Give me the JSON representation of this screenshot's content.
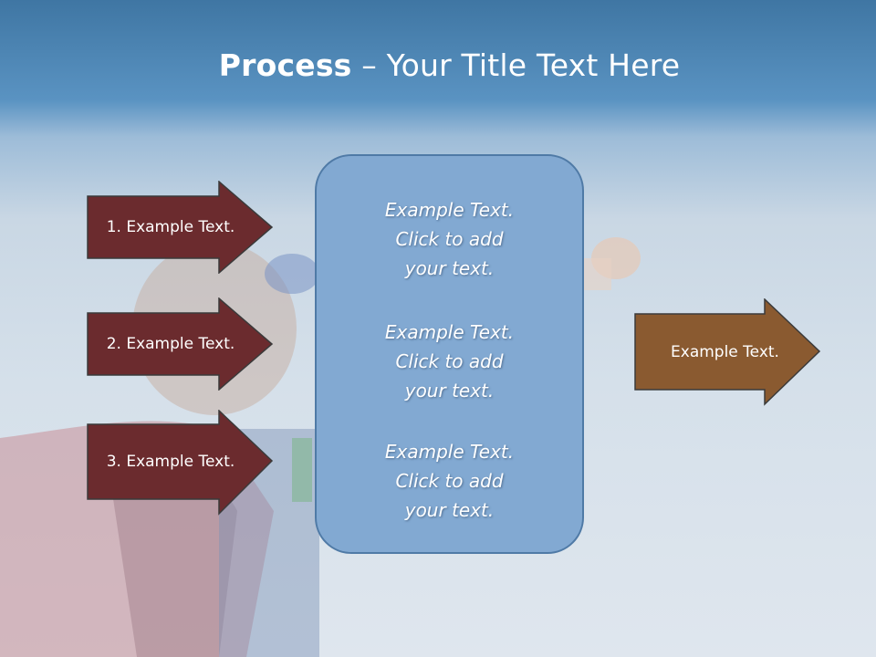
{
  "slide": {
    "title_bold": "Process",
    "title_rest": " – Your Title Text Here"
  },
  "left_arrows": [
    {
      "label": "1. Example Text."
    },
    {
      "label": "2. Example Text."
    },
    {
      "label": "3. Example Text."
    }
  ],
  "center_blocks": [
    {
      "lines": [
        "Example Text.",
        "Click  to add",
        "your text."
      ]
    },
    {
      "lines": [
        "Example Text.",
        "Click  to add",
        "your text."
      ]
    },
    {
      "lines": [
        "Example Text.",
        "Click  to add",
        "your text."
      ]
    }
  ],
  "right_arrow": {
    "label": "Example Text."
  },
  "colors": {
    "left_arrow_fill": "#6b2b2e",
    "right_arrow_fill": "#8a5a30",
    "center_box_fill": "#82a9d2",
    "title_text": "#ffffff"
  }
}
